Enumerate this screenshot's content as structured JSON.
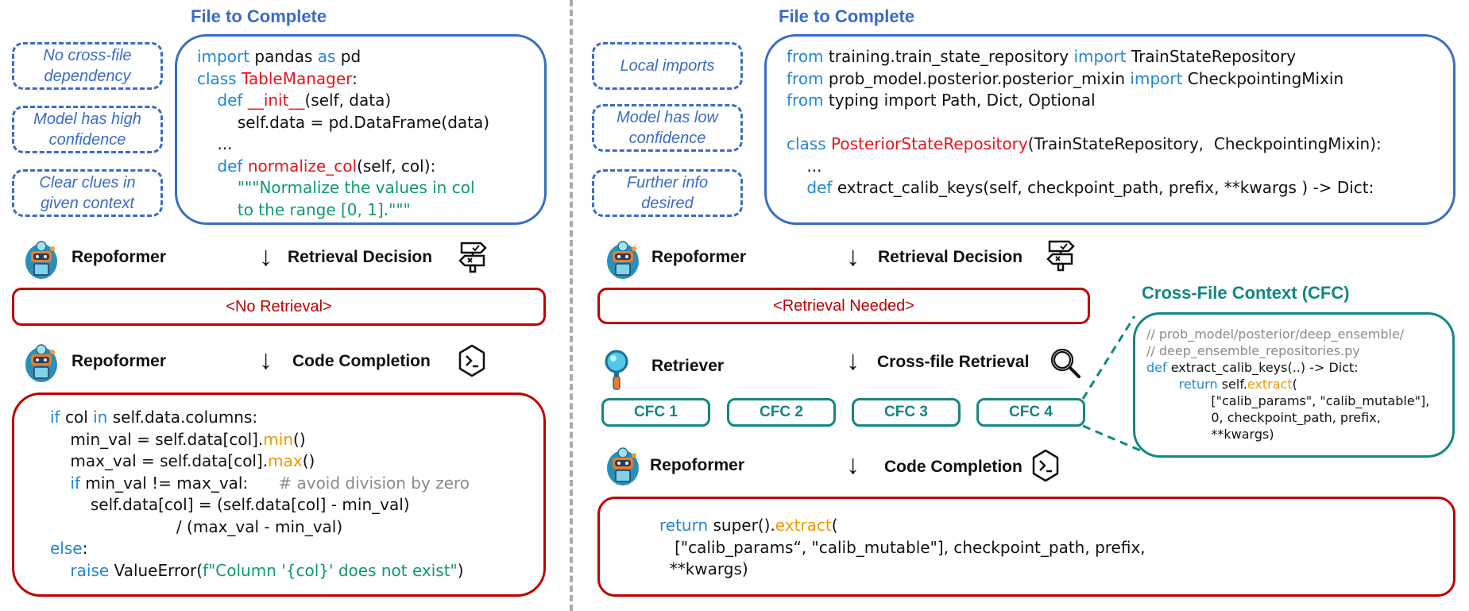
{
  "left": {
    "title": "File to Complete",
    "tags": [
      "No cross-file\ndependency",
      "Model has high\nconfidence",
      "Clear clues in\ngiven context"
    ],
    "file_code": [
      [
        {
          "t": "import",
          "c": "kw"
        },
        {
          "t": " pandas "
        },
        {
          "t": "as",
          "c": "kw"
        },
        {
          "t": " pd"
        }
      ],
      [
        {
          "t": "class ",
          "c": "kw"
        },
        {
          "t": "TableManager",
          "c": "nm"
        },
        {
          "t": ":"
        }
      ],
      [
        {
          "t": "    def ",
          "c": "kw"
        },
        {
          "t": "__init__",
          "c": "nm"
        },
        {
          "t": "(self, data)"
        }
      ],
      [
        {
          "t": "        self.data = pd.DataFrame(data)"
        }
      ],
      [
        {
          "t": "    ..."
        }
      ],
      [
        {
          "t": "    def ",
          "c": "kw"
        },
        {
          "t": "normalize_col",
          "c": "nm"
        },
        {
          "t": "(self, col):"
        }
      ],
      [
        {
          "t": "        \"\"\"Normalize the values in col",
          "c": "str"
        }
      ],
      [
        {
          "t": "        to the range [0, 1].\"\"\"",
          "c": "str"
        }
      ]
    ],
    "step1": {
      "actor": "Repoformer",
      "label": "Retrieval Decision",
      "icon": "signpost-icon"
    },
    "decision": "<No Retrieval>",
    "step2": {
      "actor": "Repoformer",
      "label": "Code Completion",
      "icon": "terminal-icon"
    },
    "completion_code": [
      [
        {
          "t": "if",
          "c": "kw"
        },
        {
          "t": " col "
        },
        {
          "t": "in",
          "c": "kw"
        },
        {
          "t": " self.data.columns:"
        }
      ],
      [
        {
          "t": "    min_val = self.data[col]."
        },
        {
          "t": "min",
          "c": "fn"
        },
        {
          "t": "()"
        }
      ],
      [
        {
          "t": "    max_val = self.data[col]."
        },
        {
          "t": "max",
          "c": "fn"
        },
        {
          "t": "()"
        }
      ],
      [
        {
          "t": "    if",
          "c": "kw"
        },
        {
          "t": " min_val != max_val:      "
        },
        {
          "t": "# avoid division by zero",
          "c": "cm"
        }
      ],
      [
        {
          "t": "        self.data[col] = (self.data[col] - min_val)"
        }
      ],
      [
        {
          "t": "                         / (max_val - min_val)"
        }
      ],
      [
        {
          "t": "else",
          "c": "kw"
        },
        {
          "t": ":"
        }
      ],
      [
        {
          "t": "    raise",
          "c": "kw"
        },
        {
          "t": " ValueError("
        },
        {
          "t": "f\"Column '{col}' does not exist\"",
          "c": "str"
        },
        {
          "t": ")"
        }
      ]
    ]
  },
  "right": {
    "title": "File to Complete",
    "tags": [
      "Local imports",
      "Model has low\nconfidence",
      "Further info\ndesired"
    ],
    "file_code": [
      [
        {
          "t": "from",
          "c": "kw"
        },
        {
          "t": " training.train_state_repository "
        },
        {
          "t": "import",
          "c": "kw"
        },
        {
          "t": " TrainStateRepository"
        }
      ],
      [
        {
          "t": "from",
          "c": "kw"
        },
        {
          "t": " prob_model.posterior.posterior_mixin "
        },
        {
          "t": "import",
          "c": "kw"
        },
        {
          "t": " CheckpointingMixin"
        }
      ],
      [
        {
          "t": "from",
          "c": "kw"
        },
        {
          "t": " typing import Path, Dict, Optional"
        }
      ],
      [
        {
          "t": " "
        }
      ],
      [
        {
          "t": "class ",
          "c": "kw"
        },
        {
          "t": "PosteriorStateRepository",
          "c": "nm"
        },
        {
          "t": "(TrainStateRepository,  CheckpointingMixin):"
        }
      ],
      [
        {
          "t": "    ..."
        }
      ],
      [
        {
          "t": "    def",
          "c": "kw"
        },
        {
          "t": " extract_calib_keys(self, checkpoint_path, prefix, **kwargs ) -> Dict:"
        }
      ]
    ],
    "step1": {
      "actor": "Repoformer",
      "label": "Retrieval Decision",
      "icon": "signpost-icon"
    },
    "decision": "<Retrieval Needed>",
    "step2": {
      "actor": "Retriever",
      "label": "Cross-file Retrieval",
      "icon": "magnifier-icon"
    },
    "cfc_chips": [
      "CFC 1",
      "CFC 2",
      "CFC 3",
      "CFC 4"
    ],
    "cfc_title": "Cross-File Context (CFC)",
    "cfc_code": [
      [
        {
          "t": "// prob_model/posterior/deep_ensemble/",
          "c": "cm"
        }
      ],
      [
        {
          "t": "// deep_ensemble_repositories.py",
          "c": "cm"
        }
      ],
      [
        {
          "t": "def",
          "c": "kw"
        },
        {
          "t": " extract_calib_keys(..) -> Dict:"
        }
      ],
      [
        {
          "t": "        return",
          "c": "kw"
        },
        {
          "t": " self."
        },
        {
          "t": "extract",
          "c": "fn"
        },
        {
          "t": "("
        }
      ],
      [
        {
          "t": "                [\"calib_params\", \"calib_mutable\"],"
        }
      ],
      [
        {
          "t": "                0, checkpoint_path, prefix,"
        }
      ],
      [
        {
          "t": "                **kwargs)"
        }
      ]
    ],
    "step3": {
      "actor": "Repoformer",
      "label": "Code Completion",
      "icon": "terminal-icon"
    },
    "completion_code": [
      [
        {
          "t": "return",
          "c": "kw"
        },
        {
          "t": " super()."
        },
        {
          "t": "extract",
          "c": "fn"
        },
        {
          "t": "("
        }
      ],
      [
        {
          "t": "   [\"calib_params“, \"calib_mutable\"], checkpoint_path, prefix,"
        }
      ],
      [
        {
          "t": "  **kwargs)"
        }
      ]
    ]
  },
  "colors": {
    "blue": "#3a6cc4",
    "red": "#c00000",
    "teal": "#138781",
    "keyword": "#2288d0",
    "name": "#e8141b",
    "string": "#0f9a6a",
    "method": "#f09a00",
    "comment": "#8a8a8a"
  }
}
